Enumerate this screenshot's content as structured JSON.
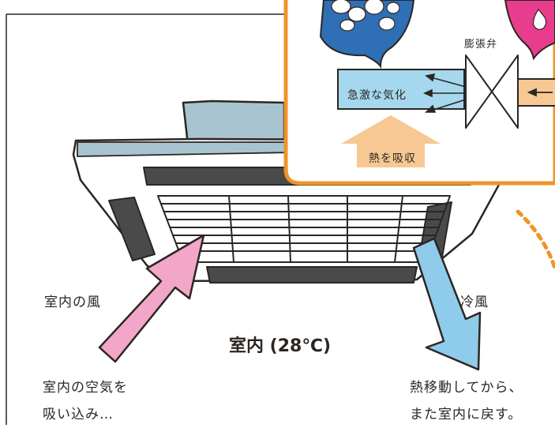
{
  "room": {
    "label": "室内 (28℃)"
  },
  "airflow": {
    "intake_label": "室内の風",
    "outflow_label": "冷風"
  },
  "captions": {
    "left": [
      "室内の空気を",
      "吸い込み…"
    ],
    "right": [
      "熱移動してから、",
      "また室内に戻す。"
    ]
  },
  "inset": {
    "valve_label": "膨張弁",
    "evaporation_label": "急激な気化",
    "absorb_label": "熱を吸収"
  },
  "colors": {
    "inset_border": "#f0932b",
    "unit_body": "#a8c4d0",
    "unit_dark": "#4a4a4a",
    "intake_arrow": "#f2a7c8",
    "outflow_arrow": "#8fcbea",
    "evaporator_bar": "#a5d8ee",
    "absorb_arrow": "#f7c894",
    "bubble_blue": "#2f6fb5",
    "bubble_pink": "#e83c8c",
    "dotted_arc": "#f0932b"
  }
}
